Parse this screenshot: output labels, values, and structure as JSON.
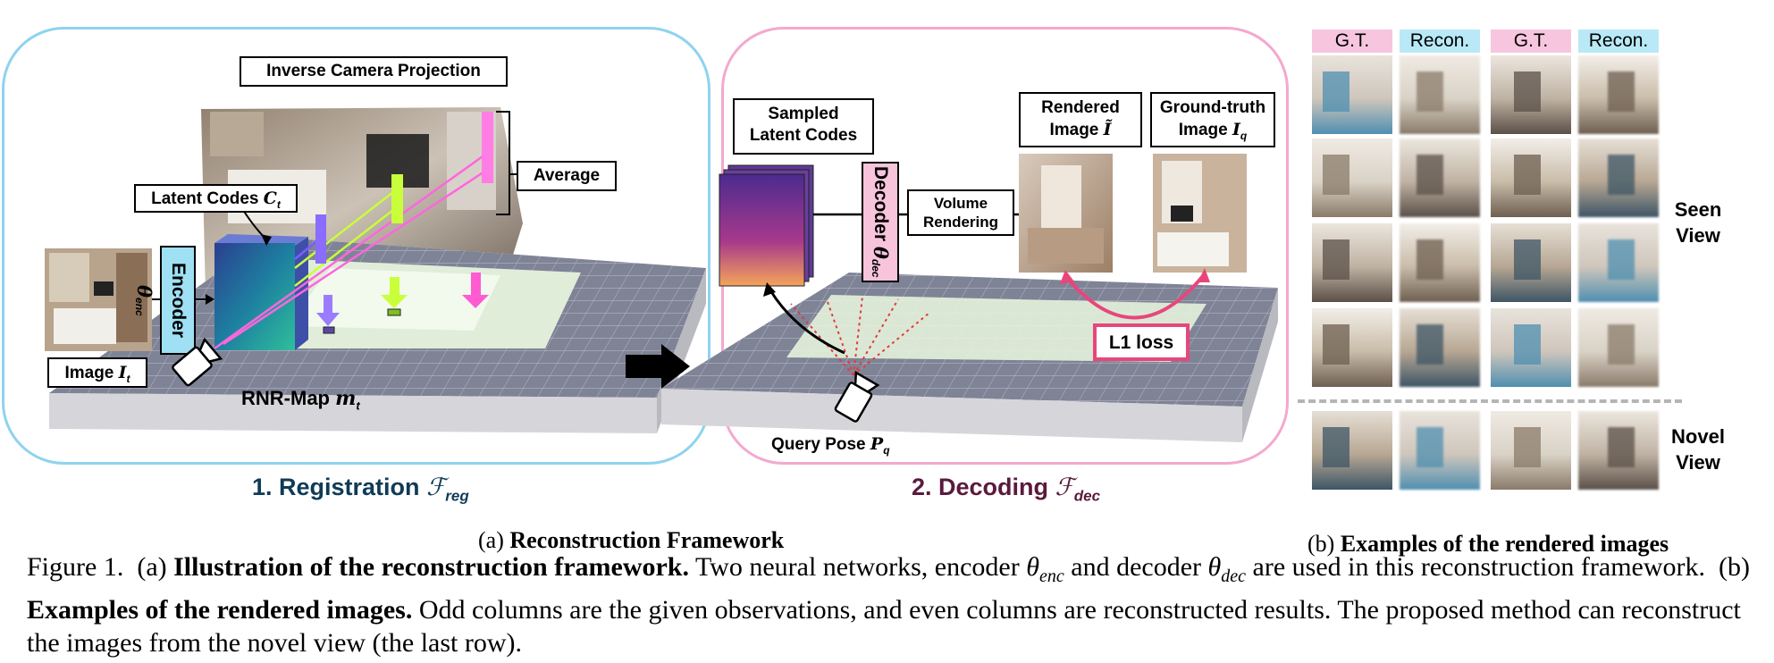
{
  "registration": {
    "inverse_camera_projection": "Inverse Camera Projection",
    "average": "Average",
    "latent_codes": "Latent Codes",
    "latent_codes_sym": "C",
    "latent_codes_sub": "t",
    "encoder": "Encoder",
    "encoder_sym": "θ",
    "encoder_sub": "enc",
    "image_label": "Image",
    "image_sym": "I",
    "image_sub": "t",
    "rnr_map": "RNR-Map",
    "rnr_sym": "m",
    "rnr_sub": "t",
    "title": "1. Registration",
    "title_sym": "ℱ",
    "title_sub": "reg"
  },
  "decoding": {
    "sampled_latent_codes_line1": "Sampled",
    "sampled_latent_codes_line2": "Latent Codes",
    "decoder": "Decoder",
    "decoder_sym": "θ",
    "decoder_sub": "dec",
    "volume_rendering_line1": "Volume",
    "volume_rendering_line2": "Rendering",
    "rendered_image_line1": "Rendered",
    "rendered_image_line2": "Image",
    "rendered_sym": "Ĩ",
    "ground_truth_line1": "Ground-truth",
    "ground_truth_line2": "Image",
    "ground_truth_sym": "I",
    "ground_truth_sub": "q",
    "l1_loss": "L1 loss",
    "query_pose": "Query Pose",
    "query_sym": "P",
    "query_sub": "q",
    "title": "2. Decoding",
    "title_sym": "ℱ",
    "title_sub": "dec"
  },
  "examples": {
    "headers": [
      "G.T.",
      "Recon.",
      "G.T.",
      "Recon."
    ],
    "seen_view_line1": "Seen",
    "seen_view_line2": "View",
    "novel_view_line1": "Novel",
    "novel_view_line2": "View"
  },
  "subcaptions": {
    "a_prefix": "(a)",
    "a_text": "Reconstruction Framework",
    "b_prefix": "(b)",
    "b_text": "Examples of the rendered images"
  },
  "caption": {
    "figure_label": "Figure 1.",
    "a_prefix": "(a)",
    "a_bold": "Illustration of the reconstruction framework.",
    "a_text1": "Two neural networks, encoder",
    "theta_enc": "θ",
    "enc_sub": "enc",
    "a_text2": "and decoder",
    "theta_dec": "θ",
    "dec_sub": "dec",
    "a_text3": "are used in this reconstruction framework.",
    "b_prefix": "(b)",
    "b_bold": "Examples of the rendered images.",
    "b_text": "Odd columns are the given observations, and even columns are reconstructed results. The proposed method can reconstruct the images from the novel view (the last row)."
  },
  "colors": {
    "registration_border": "#8fd3ee",
    "decoding_border": "#f3a9cf",
    "registration_title": "#0f3b57",
    "decoding_title": "#5a1a3c",
    "encoder_fill": "#9fe0f4",
    "decoder_fill": "#f8c4dc",
    "gt_tag": "#f7c6de",
    "recon_tag": "#b9e9f7",
    "l1_loss_border": "#e8467b"
  }
}
